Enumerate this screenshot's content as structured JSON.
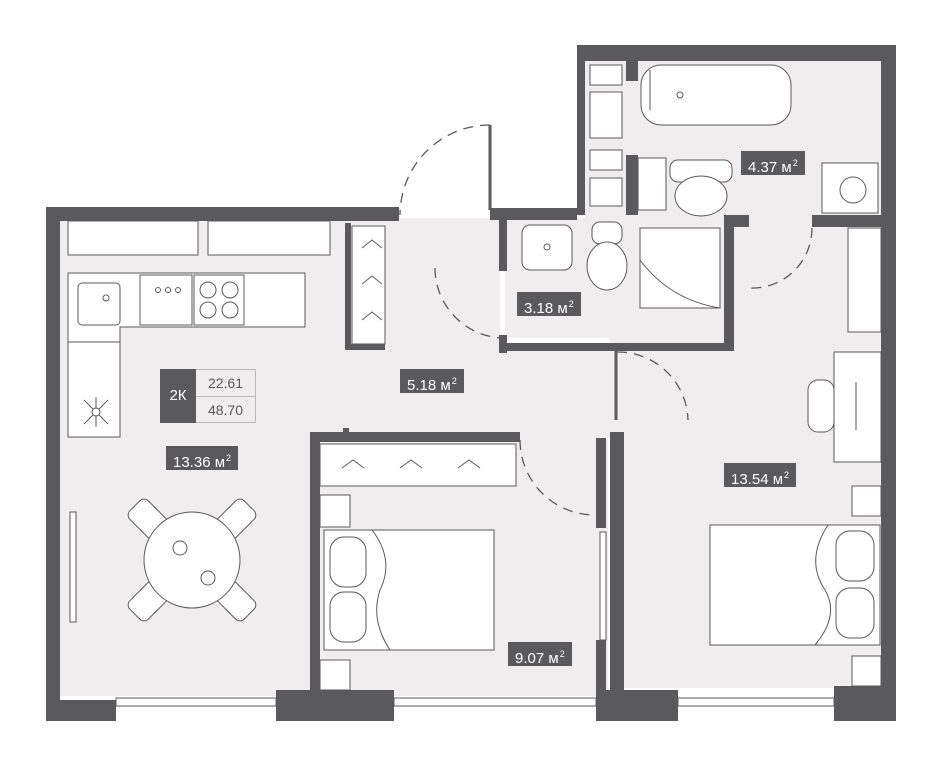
{
  "apartment": {
    "type_label": "2К",
    "living_area": "22.61",
    "total_area": "48.70"
  },
  "rooms": [
    {
      "id": "bathroom",
      "value": "4.37",
      "unit": "м",
      "sup": "2"
    },
    {
      "id": "toilet",
      "value": "3.18",
      "unit": "м",
      "sup": "2"
    },
    {
      "id": "hallway",
      "value": "5.18",
      "unit": "м",
      "sup": "2"
    },
    {
      "id": "kitchen-living",
      "value": "13.36",
      "unit": "м",
      "sup": "2"
    },
    {
      "id": "bedroom-large",
      "value": "13.54",
      "unit": "м",
      "sup": "2"
    },
    {
      "id": "bedroom-small",
      "value": "9.07",
      "unit": "м",
      "sup": "2"
    }
  ],
  "colors": {
    "wall": "#5a595b",
    "floor": "#efedee",
    "furniture_line": "#5a595b",
    "furniture_fill": "#ffffff"
  }
}
